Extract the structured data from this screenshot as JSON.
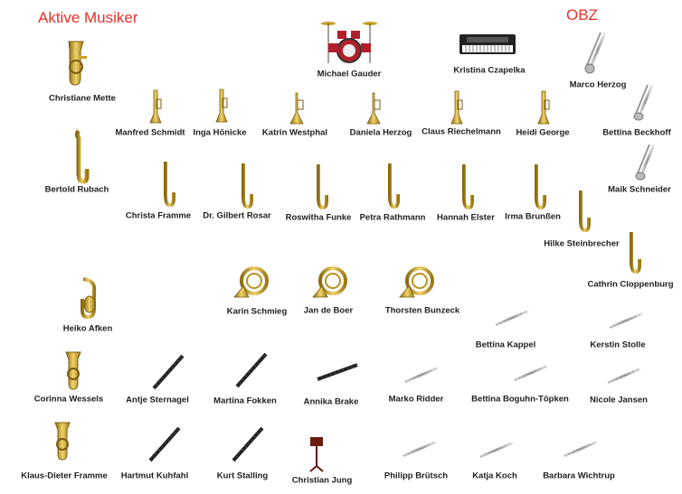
{
  "titles": {
    "left": "Aktive Musiker",
    "right": "OBZ"
  },
  "musicians": {
    "christiane_mette": "Christiane Mette",
    "michael_gauder": "Michael Gauder",
    "kristina_czapelka": "Kristina Czapelka",
    "marco_herzog": "Marco Herzog",
    "manfred_schmidt": "Manfred Schmidt",
    "inga_hoenicke": "Inga Hönicke",
    "katrin_westphal": "Katrin Westphal",
    "daniela_herzog": "Daniela Herzog",
    "claus_riechelmann": "Claus Riechelmann",
    "heidi_george": "Heidi George",
    "bettina_beckhoff": "Bettina Beckhoff",
    "bertold_rubach": "Bertold Rubach",
    "maik_schneider": "Maik Schneider",
    "christa_framme": "Christa Framme",
    "gilbert_rosar": "Dr. Gilbert Rosar",
    "roswitha_funke": "Roswitha Funke",
    "petra_rathmann": "Petra Rathmann",
    "hannah_elster": "Hannah Elster",
    "irma_brunssen": "Irma Brunßen",
    "hilke_steinbrecher": "Hilke Steinbrecher",
    "cathrin_cloppenburg": "Cathrin Cloppenburg",
    "karin_schmieg": "Karin Schmieg",
    "jan_de_boer": "Jan de Boer",
    "thorsten_bunzeck": "Thorsten Bunzeck",
    "heiko_afken": "Heiko Afken",
    "bettina_kappel": "Bettina Kappel",
    "kerstin_stolle": "Kerstin Stolle",
    "corinna_wessels": "Corinna Wessels",
    "antje_sternagel": "Antje Sternagel",
    "martina_fokken": "Martina Fokken",
    "annika_brake": "Annika Brake",
    "marko_ridder": "Marko Ridder",
    "bettina_boguhn_toepken": "Bettina Boguhn-Töpken",
    "nicole_jansen": "Nicole Jansen",
    "klaus_dieter_framme": "Klaus-Dieter Framme",
    "hartmut_kuhfahl": "Hartmut Kuhfahl",
    "kurt_stalling": "Kurt Stalling",
    "christian_jung": "Christian Jung",
    "philipp_bruetsch": "Philipp Brütsch",
    "katja_koch": "Katja Koch",
    "barbara_wichtrup": "Barbara Wichtrup"
  },
  "colors": {
    "title": "#e8322a",
    "brass": "#c9a227",
    "brass_dark": "#8a6a10",
    "silver": "#a8a8a8",
    "wood": "#222222"
  }
}
